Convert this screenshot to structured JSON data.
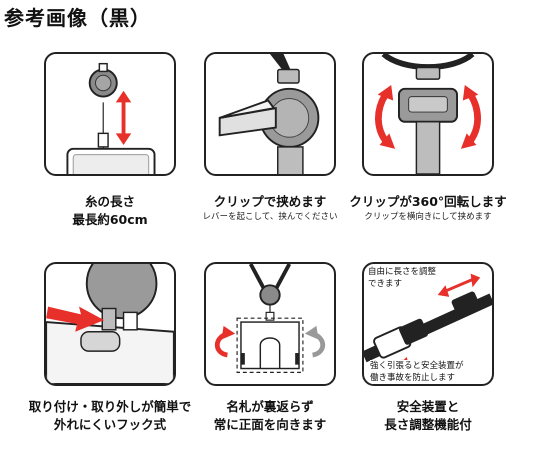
{
  "title": "参考画像（黒）",
  "panels": [
    {
      "main1": "糸の長さ",
      "main2": "最長約60cm"
    },
    {
      "main1": "クリップで挟めます",
      "sub": "レバーを起こして、挟んでください"
    },
    {
      "main1": "クリップが360°回転します",
      "sub": "クリップを横向きにして挟めます"
    },
    {
      "main1": "取り付け・取り外しが簡単で",
      "main2": "外れにくいフック式"
    },
    {
      "main1": "名札が裏返らず",
      "main2": "常に正面を向きます"
    },
    {
      "main1": "安全装置と",
      "main2": "長さ調整機能付",
      "note_top1": "自由に長さを調整",
      "note_top2": "できます",
      "note_bottom1": "強く引張ると安全装置が",
      "note_bottom2": "働き事故を防止します"
    }
  ],
  "colors": {
    "accent": "#e8302a",
    "frame": "#222222",
    "gray": "#8a8a8a"
  }
}
